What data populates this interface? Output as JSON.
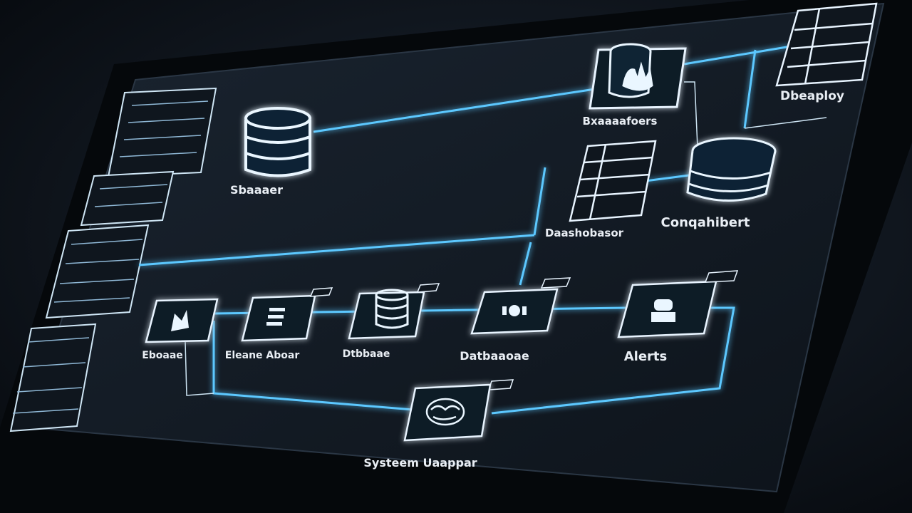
{
  "colors": {
    "background": "#0b0f14",
    "panel": "#111a24",
    "glow": "#3fb6ff",
    "line": "#5cc8ff",
    "text": "#e9eef4"
  },
  "labels": {
    "storage": "Sbaaaer",
    "database_top": "Bxaaaafoers",
    "deployment": "Dbeaploy",
    "dashboard": "Daashobasor",
    "component": "Conqahibert",
    "node1": "Eboaae",
    "node2": "Eleane Aboar",
    "node3": "Dtbbaae",
    "node4": "Datbaaoae",
    "alerts": "Alerts",
    "system_mapper": "Systeem Uaappar"
  },
  "icons": {
    "storage": "database-icon",
    "database_top": "hand-icon",
    "component": "server-rack-icon",
    "node1": "hand-gesture-icon",
    "node2": "stack-icon",
    "node3": "database-icon",
    "node4": "network-icon",
    "alerts": "robot-icon",
    "system_mapper": "brain-icon"
  }
}
